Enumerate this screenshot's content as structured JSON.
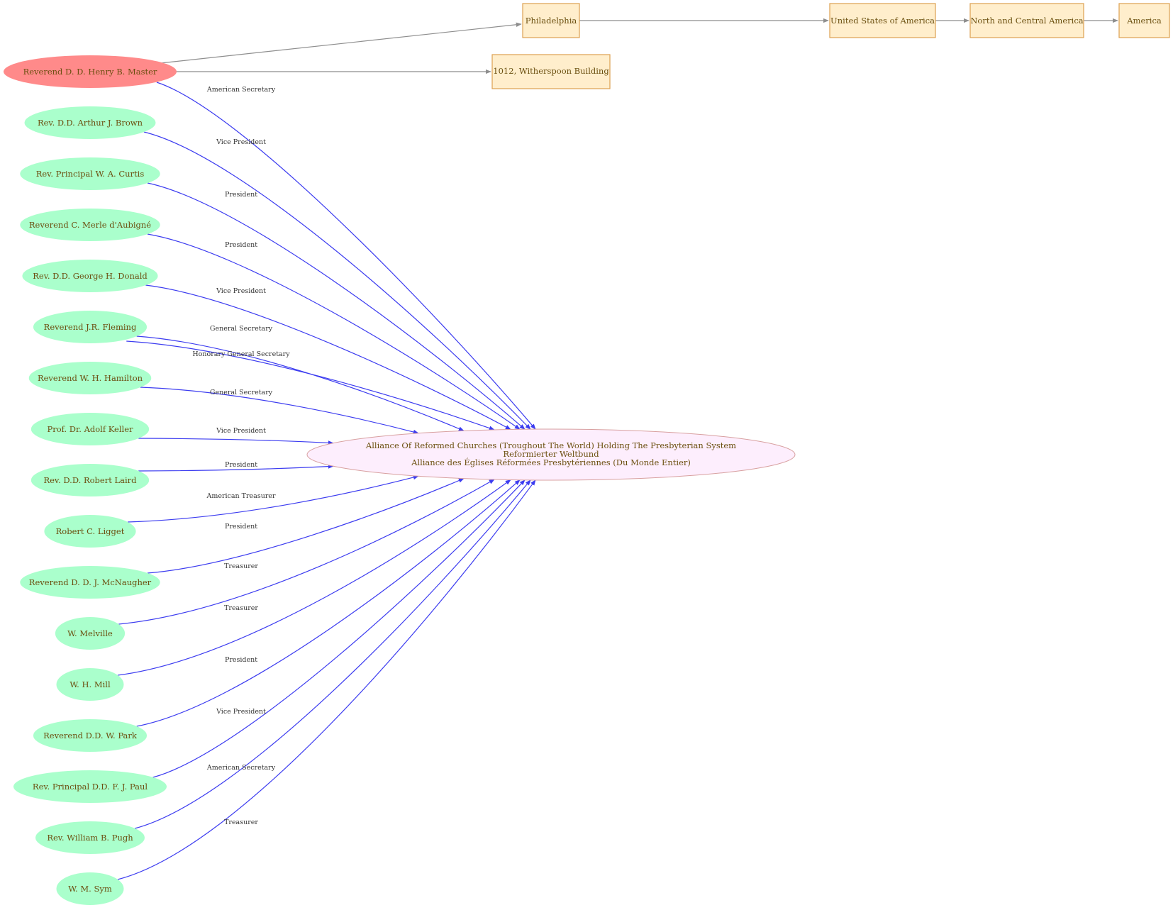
{
  "colors": {
    "center_fill": "#fdeefd",
    "center_stroke": "#d8a0a0",
    "person_fill": "#aaffcc",
    "focus_fill": "#ff8a8a",
    "place_fill": "#ffeecc",
    "place_stroke": "#dda050",
    "role_edge": "#3c3cf0",
    "location_edge": "#8e8e8e",
    "text": "#6b4f0f"
  },
  "center": {
    "lines": [
      "Alliance Of Reformed Churches (Troughout The World) Holding The Presbyterian System",
      "Reformierter Weltbund",
      "Alliance des Églises Réformées Presbytériennes (Du Monde Entier)"
    ]
  },
  "focus_person": {
    "name": "Reverend D. D. Henry B. Master",
    "role": "American Secretary"
  },
  "people": [
    {
      "name": "Rev. D.D. Arthur J. Brown",
      "role": "Vice President"
    },
    {
      "name": "Rev. Principal W. A. Curtis",
      "role": "President"
    },
    {
      "name": "Reverend C. Merle d'Aubigné",
      "role": "President"
    },
    {
      "name": "Rev. D.D. George H. Donald",
      "role": "Vice President"
    },
    {
      "name": "Reverend J.R. Fleming",
      "role": "General Secretary",
      "role2": "Honorary General Secretary"
    },
    {
      "name": "Reverend W. H. Hamilton",
      "role": "General Secretary"
    },
    {
      "name": "Prof. Dr. Adolf Keller",
      "role": "Vice President"
    },
    {
      "name": "Rev. D.D. Robert Laird",
      "role": "President"
    },
    {
      "name": "Robert C. Ligget",
      "role": "American Treasurer"
    },
    {
      "name": "Reverend D. D. J. McNaugher",
      "role": "President"
    },
    {
      "name": "W. Melville",
      "role": "Treasurer"
    },
    {
      "name": "W. H. Mill",
      "role": "Treasurer"
    },
    {
      "name": "Reverend D.D. W. Park",
      "role": "President"
    },
    {
      "name": "Rev. Principal D.D. F. J. Paul",
      "role": "Vice President"
    },
    {
      "name": "Rev. William B. Pugh",
      "role": "American Secretary"
    },
    {
      "name": "W. M. Sym",
      "role": "Treasurer"
    }
  ],
  "places": {
    "philadelphia": "Philadelphia",
    "usa": "United States of America",
    "nca": "North and Central America",
    "america": "America",
    "address": "1012, Witherspoon Building"
  }
}
